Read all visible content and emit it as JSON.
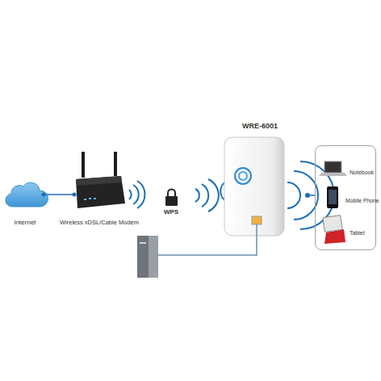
{
  "diagram": {
    "nodes": [
      {
        "text": [
          "Internet"
        ]
      },
      {
        "text": [
          "Wireless xDSL/Cable Modem"
        ]
      },
      {
        "text": [
          "WRE-6001"
        ]
      },
      {
        "text": [
          "Notebook",
          "Mobile Phone",
          "Tablet"
        ]
      }
    ],
    "edges": [
      {
        "from": 0,
        "to": 1,
        "arrow": "none"
      }
    ],
    "labels": [
      "WPS"
    ]
  }
}
